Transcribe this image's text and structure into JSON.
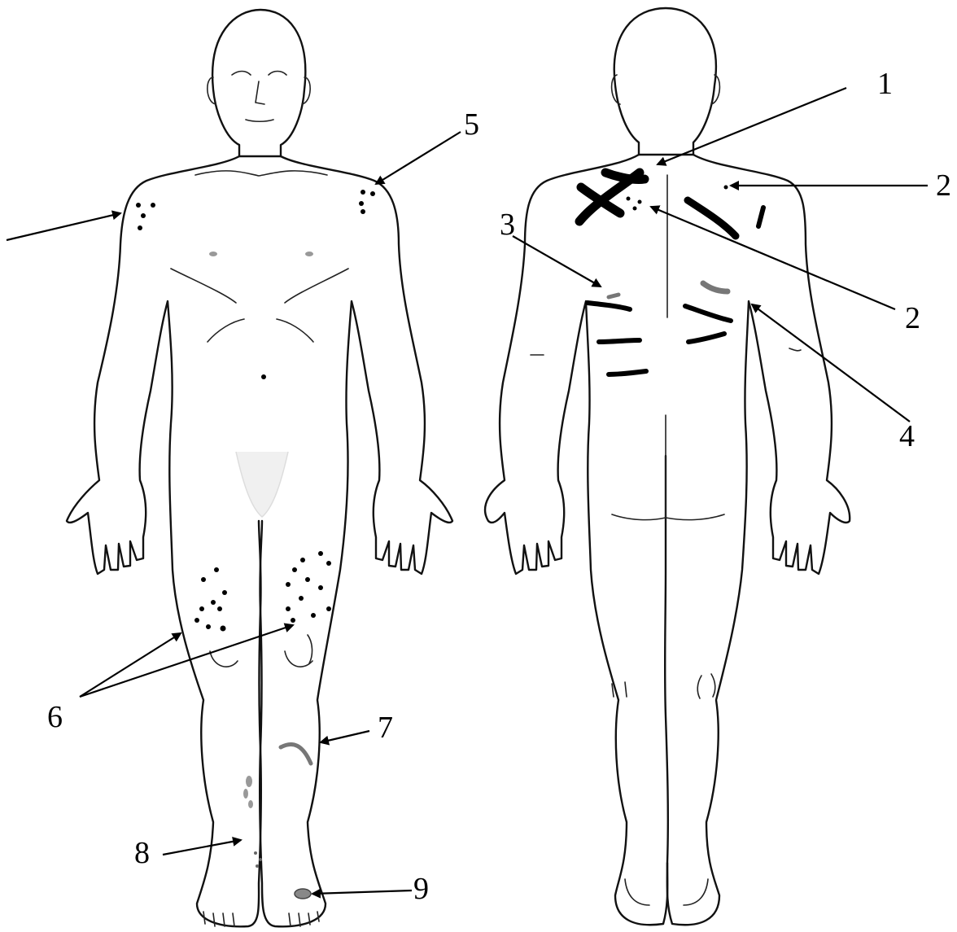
{
  "callouts": {
    "c1": "1",
    "c2a": "2",
    "c2b": "2",
    "c3": "3",
    "c4": "4",
    "c5": "5",
    "c6": "6",
    "c7": "7",
    "c8": "8",
    "c9": "9"
  },
  "colors": {
    "outline": "#111111",
    "lesion": "#000000",
    "lesion_faint": "#777777",
    "background": "#ffffff"
  }
}
